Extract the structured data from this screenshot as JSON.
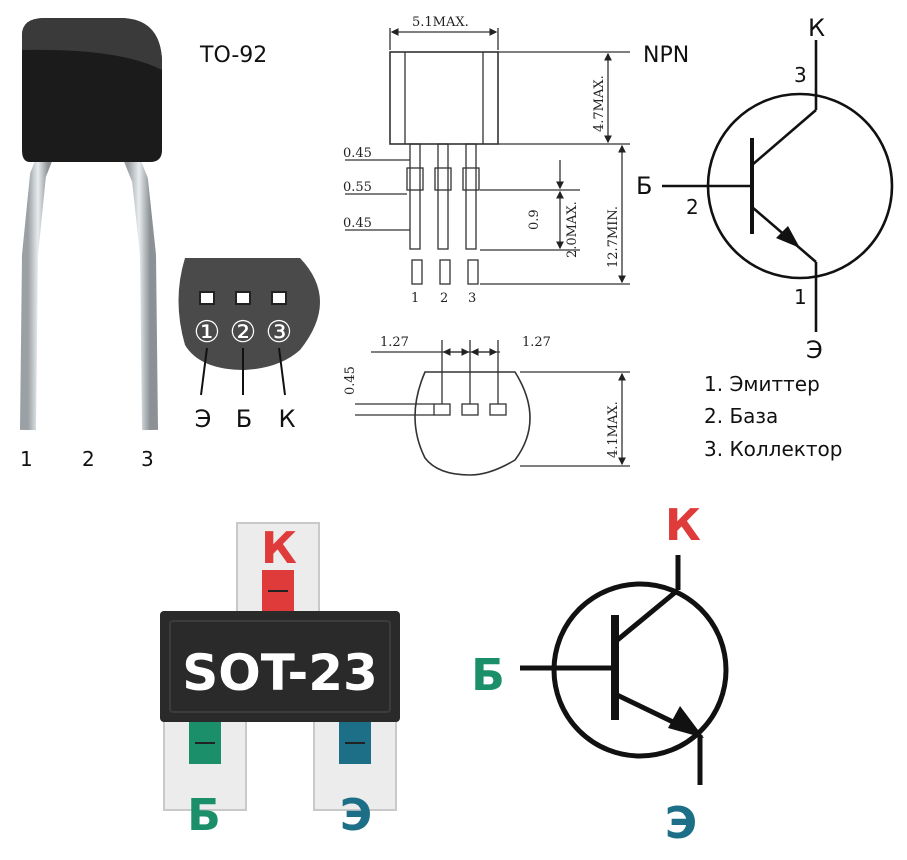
{
  "to92": {
    "title": "TO-92",
    "pin_numbers": [
      "1",
      "2",
      "3"
    ],
    "circled_pins": [
      "①",
      "②",
      "③"
    ],
    "pin_letters": [
      "Э",
      "Б",
      "К"
    ]
  },
  "drawing": {
    "dims": {
      "width_max": "5.1MAX.",
      "height_max": "4.7MAX.",
      "lead_len_min": "12.7MIN.",
      "lead_w1": "0.45",
      "lead_w2": "0.55",
      "lead_w3": "0.45",
      "offset": "0.9",
      "top_len": "2.0MAX.",
      "pitch_left": "1.27",
      "pitch_right": "1.27",
      "bottom_thickness": "0.45",
      "bottom_depth": "4.1MAX."
    },
    "pin_numbers": [
      "1",
      "2",
      "3"
    ]
  },
  "npn_symbol": {
    "title": "NPN",
    "collector_letter": "К",
    "base_letter": "Б",
    "emitter_letter": "Э",
    "collector_pin": "3",
    "base_pin": "2",
    "emitter_pin": "1",
    "legend": [
      "1. Эмиттер",
      "2. База",
      "3. Коллектор"
    ]
  },
  "sot23": {
    "label": "SOT-23",
    "collector_letter": "К",
    "base_letter": "Б",
    "emitter_letter": "Э"
  },
  "npn_symbol_large": {
    "collector_letter": "К",
    "base_letter": "Б",
    "emitter_letter": "Э"
  },
  "colors": {
    "collector": "#e03b3b",
    "base": "#1a8f6a",
    "emitter": "#1c6f86",
    "package_body": "#2a2a2a"
  }
}
